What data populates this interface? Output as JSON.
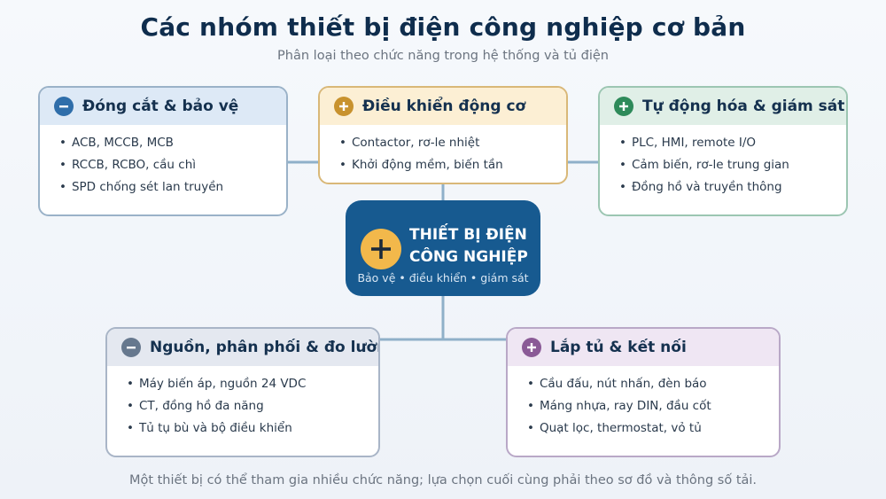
{
  "header": {
    "title": "Các nhóm thiết bị điện công nghiệp cơ bản",
    "subtitle": "Phân loại theo chức năng trong hệ thống và tủ điện"
  },
  "hub": {
    "title_line1": "THIẾT BỊ ĐIỆN",
    "title_line2": "CÔNG NGHIỆP",
    "caption": "Bảo vệ • điều khiển • giám sát",
    "icon": "plus-icon",
    "color": "#175a90",
    "icon_color": "#f2b84b"
  },
  "groups": [
    {
      "id": "protect",
      "title": "Đóng cắt & bảo vệ",
      "icon": "minus-icon",
      "accent": "#2f6eaa",
      "items": [
        "ACB, MCCB, MCB",
        "RCCB, RCBO, cầu chì",
        "SPD chống sét lan truyền"
      ]
    },
    {
      "id": "motor",
      "title": "Điều khiển động cơ",
      "icon": "plus-icon",
      "accent": "#c8922e",
      "items": [
        "Contactor, rơ-le nhiệt",
        "Khởi động mềm, biến tần"
      ]
    },
    {
      "id": "auto",
      "title": "Tự động hóa & giám sát",
      "icon": "plus-icon",
      "accent": "#2e8a5a",
      "items": [
        "PLC, HMI, remote I/O",
        "Cảm biến, rơ-le trung gian",
        "Đồng hồ và truyền thông"
      ]
    },
    {
      "id": "power",
      "title": "Nguồn, phân phối & đo lường",
      "icon": "minus-icon",
      "accent": "#66788e",
      "items": [
        "Máy biến áp, nguồn 24 VDC",
        "CT, đồng hồ đa năng",
        "Tủ tụ bù và bộ điều khiển"
      ]
    },
    {
      "id": "cabinet",
      "title": "Lắp tủ & kết nối",
      "icon": "plus-icon",
      "accent": "#8a5a96",
      "items": [
        "Cầu đấu, nút nhấn, đèn báo",
        "Máng nhựa, ray DIN, đầu cốt",
        "Quạt lọc, thermostat, vỏ tủ"
      ]
    }
  ],
  "footer": {
    "note": "Một thiết bị có thể tham gia nhiều chức năng; lựa chọn cuối cùng phải theo sơ đồ và thông số tải."
  }
}
